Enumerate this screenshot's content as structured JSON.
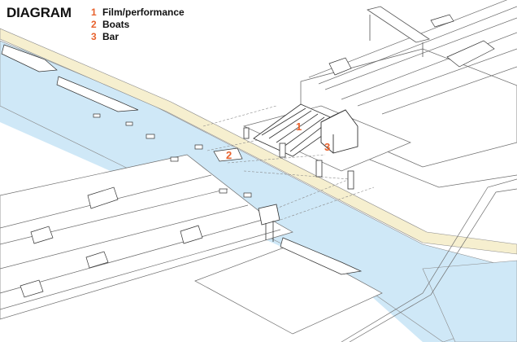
{
  "title": "DIAGRAM",
  "legend": [
    {
      "number": "1",
      "label": "Film/performance"
    },
    {
      "number": "2",
      "label": "Boats"
    },
    {
      "number": "3",
      "label": "Bar"
    }
  ],
  "callouts": {
    "film": "1",
    "boats": "2",
    "bar": "3"
  },
  "colors": {
    "water": "#cfe8f7",
    "quay": "#f6efcf",
    "accent": "#e8612c",
    "line": "#6e6e6e",
    "ink": "#111111"
  }
}
